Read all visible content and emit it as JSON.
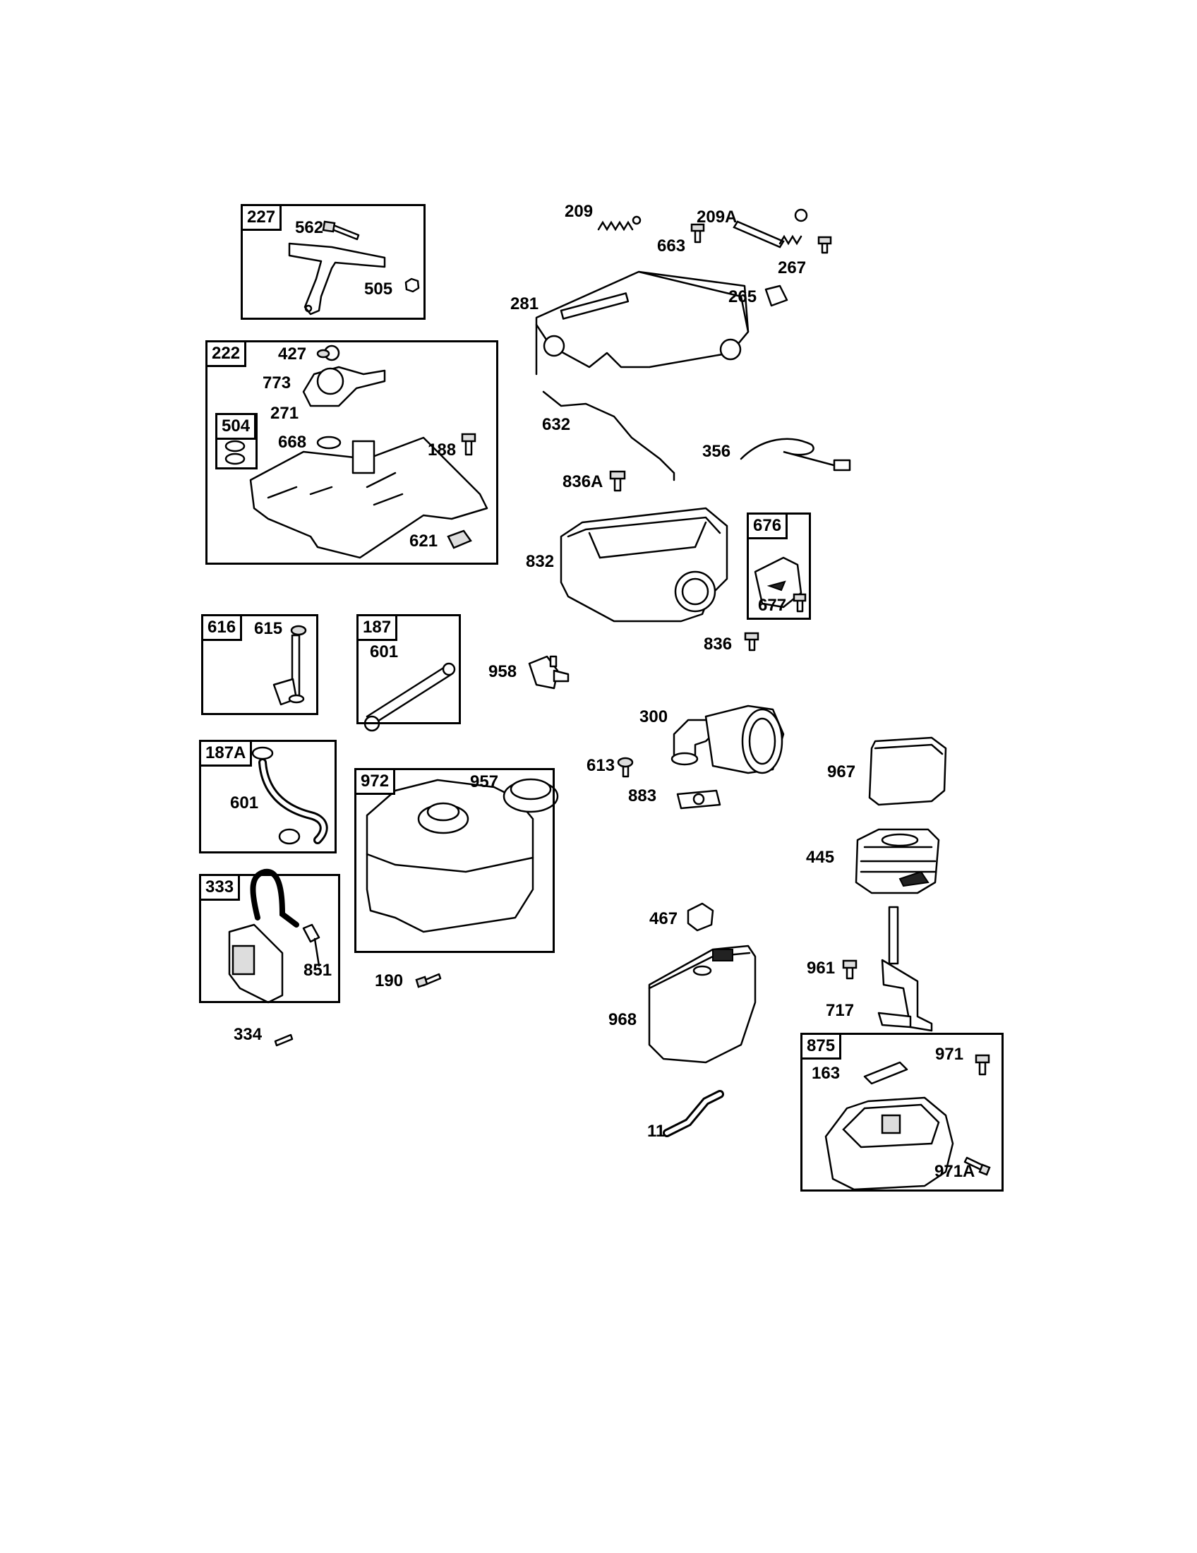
{
  "groups": {
    "g227": "227",
    "g222": "222",
    "g504": "504",
    "g616": "616",
    "g187": "187",
    "g187A": "187A",
    "g972": "972",
    "g333": "333",
    "g676": "676",
    "g875": "875"
  },
  "parts": {
    "p562": "562",
    "p505": "505",
    "p427": "427",
    "p773": "773",
    "p271": "271",
    "p668": "668",
    "p188": "188",
    "p621": "621",
    "p615": "615",
    "p601a": "601",
    "p601b": "601",
    "p957": "957",
    "p851": "851",
    "p190": "190",
    "p334": "334",
    "p209": "209",
    "p209A": "209A",
    "p663": "663",
    "p267": "267",
    "p265": "265",
    "p281": "281",
    "p632": "632",
    "p356": "356",
    "p836A": "836A",
    "p832": "832",
    "p677": "677",
    "p836": "836",
    "p958": "958",
    "p300": "300",
    "p613": "613",
    "p883": "883",
    "p967": "967",
    "p445": "445",
    "p467": "467",
    "p961": "961",
    "p717": "717",
    "p968": "968",
    "p971": "971",
    "p163": "163",
    "p971A": "971A",
    "p11": "11"
  },
  "icons": [
    "bolt-icon",
    "spring-icon",
    "bracket-icon",
    "fuel-tank-icon",
    "air-filter-icon"
  ]
}
